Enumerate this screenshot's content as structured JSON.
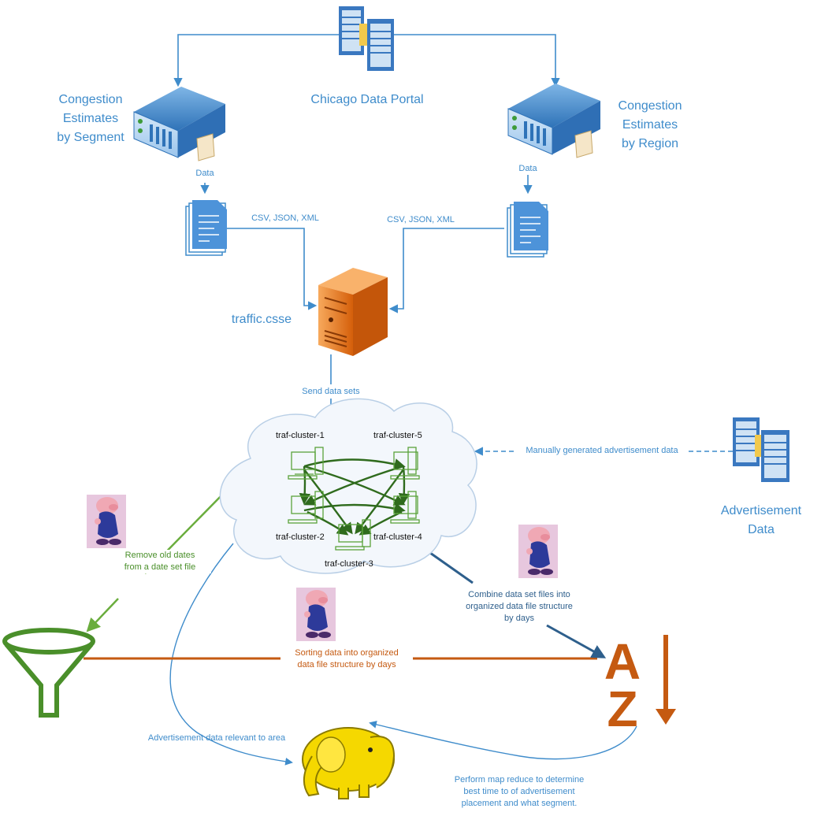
{
  "nodes": {
    "portal": "Chicago Data Portal",
    "segment": [
      "Congestion",
      "Estimates",
      "by Segment"
    ],
    "region": [
      "Congestion",
      "Estimates",
      "by Region"
    ],
    "server": "traffic.csse",
    "advertisement": [
      "Advertisement",
      "Data"
    ]
  },
  "edges": {
    "data_left": "Data",
    "data_right": "Data",
    "formats_left": "CSV, JSON, XML",
    "formats_right": "CSV, JSON, XML",
    "send": "Send data sets",
    "manual_ad": "Manually generated advertisement data",
    "remove": [
      "Remove old dates",
      "from a date set file"
    ],
    "combine": [
      "Combine data set files into",
      "organized data file structure",
      "by days"
    ],
    "sorting": [
      "Sorting data into organized",
      "data file structure by days"
    ],
    "ad_relevant": "Advertisement data relevant to area",
    "map_reduce": [
      "Perform map reduce to determine",
      "best time to of advertisement",
      "placement and what segment."
    ]
  },
  "clusters": [
    "traf-cluster-1",
    "traf-cluster-5",
    "traf-cluster-2",
    "traf-cluster-4",
    "traf-cluster-3"
  ],
  "sort_letters": {
    "top": "A",
    "bottom": "Z"
  },
  "colors": {
    "flow_blue": "#3f8ccb",
    "server_orange": "#e46c0a",
    "funnel_green": "#4a8f2a",
    "sort_orange": "#c55a11",
    "combine_steel": "#2e5f8c",
    "cluster_green": "#2f6b1d",
    "elephant_yellow": "#f5d800"
  }
}
